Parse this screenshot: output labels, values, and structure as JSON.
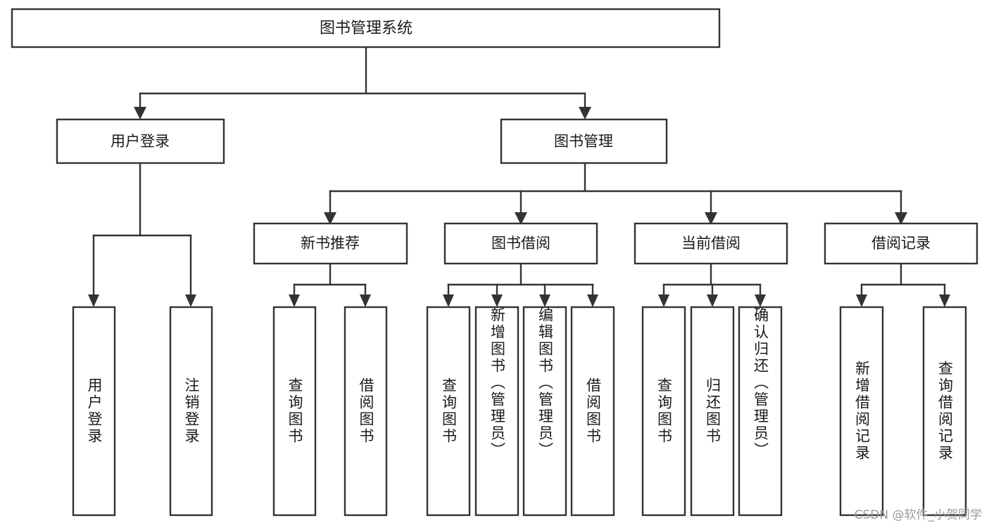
{
  "diagram": {
    "type": "tree",
    "title": "图书管理系统",
    "orientation": "top-down",
    "watermark": "CSDN @软件_小贺同学",
    "colors": {
      "stroke": "#333333",
      "fill": "#ffffff",
      "text": "#1a1a1a",
      "watermark": "#9a9a9a"
    },
    "root": {
      "label": "图书管理系统"
    },
    "level2": [
      {
        "label": "用户登录"
      },
      {
        "label": "图书管理"
      }
    ],
    "level3": [
      {
        "label": "新书推荐"
      },
      {
        "label": "图书借阅"
      },
      {
        "label": "当前借阅"
      },
      {
        "label": "借阅记录"
      }
    ],
    "leaves_user_login": [
      {
        "label": "用户登录"
      },
      {
        "label": "注销登录"
      }
    ],
    "leaves_new_book": [
      {
        "label": "查询图书"
      },
      {
        "label": "借阅图书"
      }
    ],
    "leaves_borrow": [
      {
        "label": "查询图书"
      },
      {
        "label": "新增图书（管理员）"
      },
      {
        "label": "编辑图书（管理员）"
      },
      {
        "label": "借阅图书"
      }
    ],
    "leaves_current": [
      {
        "label": "查询图书"
      },
      {
        "label": "归还图书"
      },
      {
        "label": "确认归还（管理员）"
      }
    ],
    "leaves_record": [
      {
        "label": "新增借阅记录"
      },
      {
        "label": "查询借阅记录"
      }
    ]
  }
}
